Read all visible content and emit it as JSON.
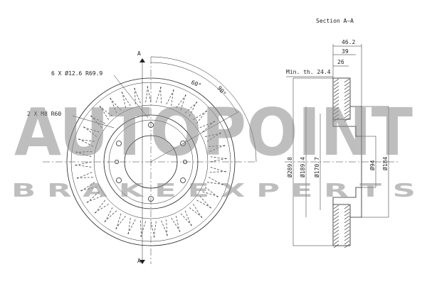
{
  "section_title": "Section A–A",
  "section_marker": "A",
  "labels": {
    "bolt_holes": "6 X Ø12.6 R69.9",
    "threaded_holes": "2 X M8 R60",
    "angle_60": "60°",
    "angle_90": "90°",
    "min_thickness": "Min. th. 24.4"
  },
  "dimensions": {
    "d_46_2": "46.2",
    "d_39": "39",
    "d_26": "26",
    "d_289_8": "Ø289.8",
    "d_189_4": "Ø189.4",
    "d_170_7": "Ø170.7",
    "d_94": "Ø94",
    "d_184": "Ø184"
  },
  "watermark": {
    "brand": "AUTOPOINT",
    "tagline": "B R A K E   E X P E R T S"
  },
  "colors": {
    "line": "#222222",
    "watermark": "#8a8a8a"
  }
}
